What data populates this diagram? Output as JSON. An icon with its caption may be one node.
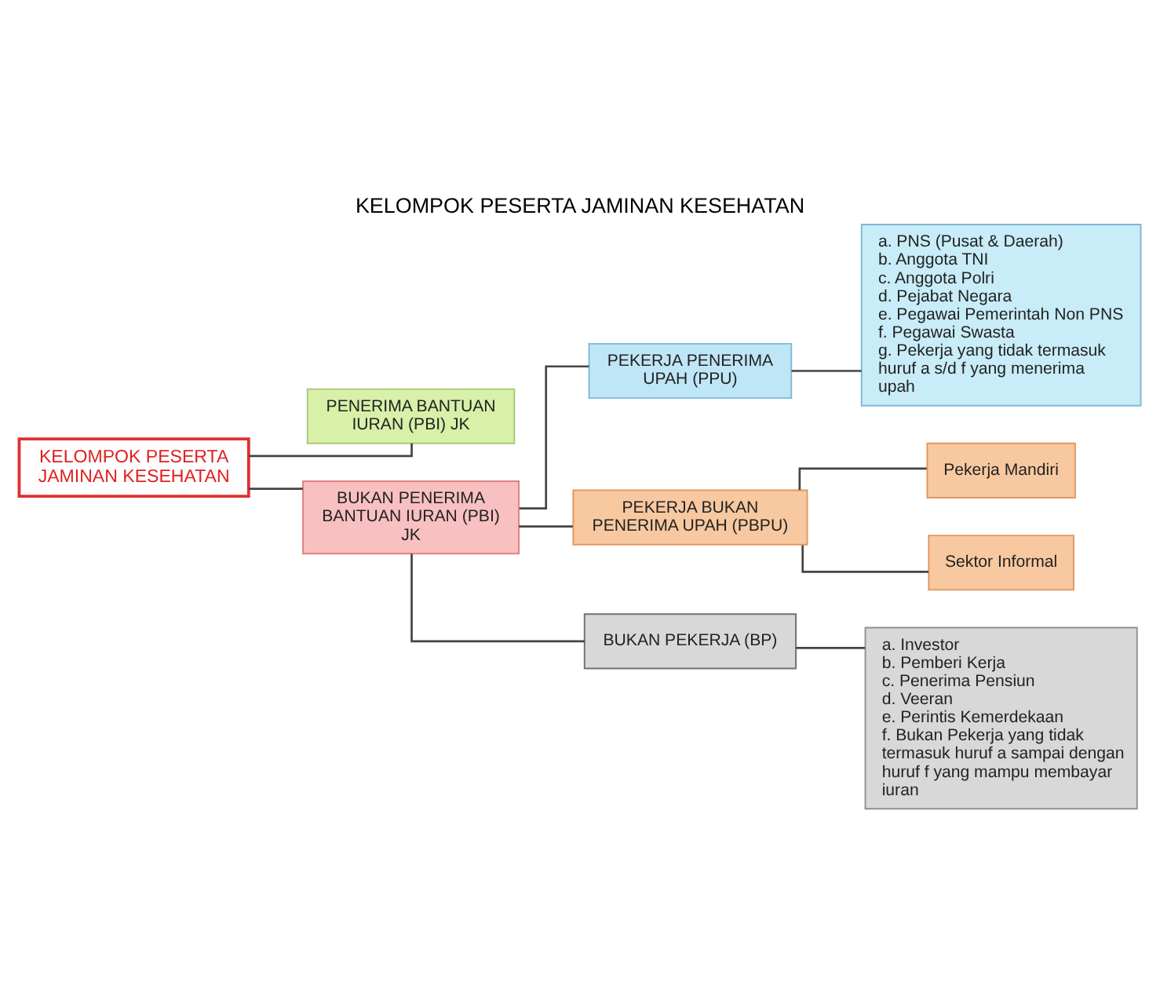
{
  "diagram": {
    "title": "KELOMPOK PESERTA JAMINAN KESEHATAN",
    "nodes": [
      {
        "text": [
          "KELOMPOK PESERTA JAMINAN KESEHATAN"
        ]
      },
      {
        "text": [
          "PENERIMA BANTUAN IURAN (PBI) JK"
        ]
      },
      {
        "text": [
          "BUKAN PENERIMA BANTUAN IURAN (PBI) JK"
        ]
      },
      {
        "text": [
          "PEKERJA PENERIMA UPAH (PPU)"
        ]
      },
      {
        "text": [
          "PEKERJA BUKAN PENERIMA UPAH (PBPU)"
        ]
      },
      {
        "text": [
          "BUKAN PEKERJA (BP)"
        ]
      },
      {
        "text": [
          "a. PNS (Pusat & Daerah)",
          "b. Anggota TNI",
          "c. Anggota Polri",
          "d. Pejabat Negara",
          "e. Pegawai Pemerintah Non PNS",
          "f. Pegawai Swasta",
          "g. Pekerja yang tidak termasuk huruf a s/d f yang menerima upah"
        ]
      },
      {
        "text": [
          "Pekerja Mandiri"
        ]
      },
      {
        "text": [
          "Sektor Informal"
        ]
      },
      {
        "text": [
          "a. Investor",
          "b. Pemberi Kerja",
          "c. Penerima Pensiun",
          "d. Veeran",
          "e. Perintis Kemerdekaan",
          "f. Bukan Pekerja yang tidak termasuk huruf a sampai dengan huruf f yang mampu membayar iuran"
        ]
      }
    ],
    "edges": [
      {
        "from": 0,
        "to": 1,
        "arrow": "none"
      },
      {
        "from": 0,
        "to": 2,
        "arrow": "none"
      },
      {
        "from": 2,
        "to": 3,
        "arrow": "none"
      },
      {
        "from": 2,
        "to": 4,
        "arrow": "none"
      },
      {
        "from": 2,
        "to": 5,
        "arrow": "none"
      },
      {
        "from": 3,
        "to": 6,
        "arrow": "none"
      },
      {
        "from": 4,
        "to": 7,
        "arrow": "none"
      },
      {
        "from": 4,
        "to": 8,
        "arrow": "none"
      },
      {
        "from": 5,
        "to": 9,
        "arrow": "none"
      }
    ]
  }
}
